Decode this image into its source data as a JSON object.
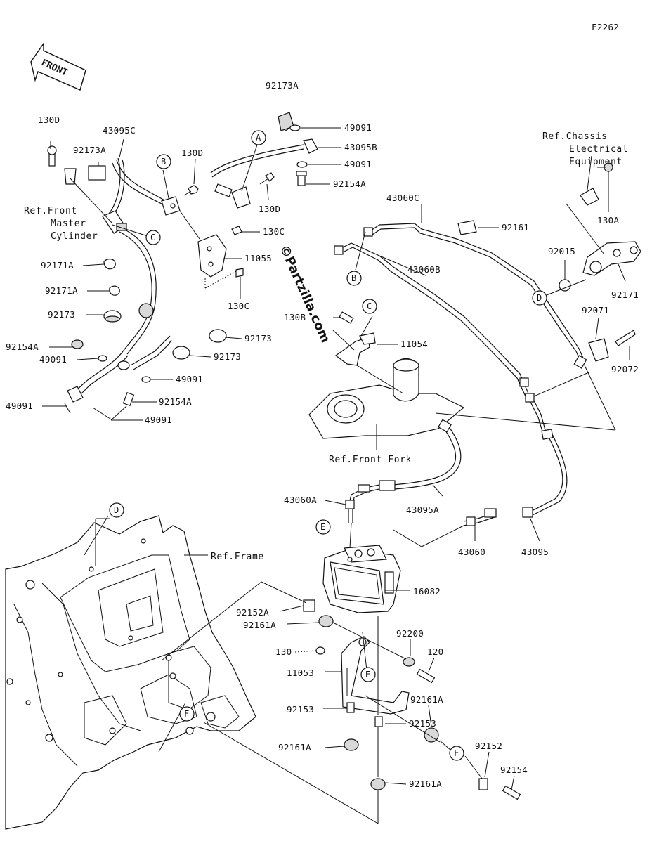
{
  "figure_code": "F2262",
  "front_arrow_text": "FRONT",
  "watermark": "©Partzilla.com",
  "part_labels": {
    "p130D_a": "130D",
    "p92173A_a": "92173A",
    "p43095C": "43095C",
    "p92173A_b": "92173A",
    "p130D_b": "130D",
    "p49091_a": "49091",
    "p43095B": "43095B",
    "p49091_b": "49091",
    "p92154A_a": "92154A",
    "p130D_c": "130D",
    "p130C_a": "130C",
    "p11055": "11055",
    "p130C_b": "130C",
    "p43060C": "43060C",
    "p92161": "92161",
    "p43060B": "43060B",
    "p130B": "130B",
    "p11054": "11054",
    "p92171A_a": "92171A",
    "p92171A_b": "92171A",
    "p92173_a": "92173",
    "p92173_b": "92173",
    "p92173_c": "92173",
    "p92154A_b": "92154A",
    "p49091_c": "49091",
    "p49091_d": "49091",
    "p49091_e": "49091",
    "p92154A_c": "92154A",
    "p49091_f": "49091",
    "p130A": "130A",
    "p92015": "92015",
    "p92171": "92171",
    "p92071": "92071",
    "p92072": "92072",
    "p43060A": "43060A",
    "p43095A": "43095A",
    "p43060": "43060",
    "p43095": "43095",
    "p16082": "16082",
    "p92152A": "92152A",
    "p92161A_a": "92161A",
    "p92200": "92200",
    "p130": "130",
    "p120": "120",
    "p11053": "11053",
    "p92161A_b": "92161A",
    "p92153_a": "92153",
    "p92161A_c": "92161A",
    "p92152": "92152",
    "p92154": "92154",
    "p92153_b": "92153",
    "p92161A_d": "92161A"
  },
  "reference_labels": {
    "front_master_cylinder_1": "Ref.Front",
    "front_master_cylinder_2": "Master",
    "front_master_cylinder_3": "Cylinder",
    "chassis_1": "Ref.Chassis",
    "chassis_2": "Electrical",
    "chassis_3": "Equipment",
    "front_fork": "Ref.Front Fork",
    "frame": "Ref.Frame"
  },
  "callouts": {
    "A": "A",
    "B1": "B",
    "B2": "B",
    "C1": "C",
    "C2": "C",
    "D1": "D",
    "D2": "D",
    "E1": "E",
    "E2": "E",
    "F1": "F",
    "F2": "F"
  }
}
